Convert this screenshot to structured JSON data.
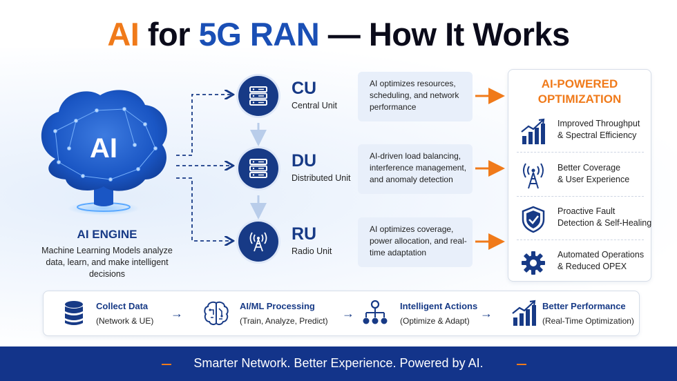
{
  "title": {
    "part1": "AI",
    "part2": " for ",
    "part3": "5G RAN",
    "part4": " — How It Works"
  },
  "ai_engine": {
    "brain_label": "AI",
    "title": "AI ENGINE",
    "description": "Machine Learning Models analyze data, learn, and make intelligent decisions"
  },
  "units": [
    {
      "abbr": "CU",
      "name": "Central Unit",
      "description": "AI optimizes resources, scheduling, and network performance",
      "icon": "server-icon"
    },
    {
      "abbr": "DU",
      "name": "Distributed Unit",
      "description": "AI-driven load balancing, interference management, and anomaly detection",
      "icon": "server-icon"
    },
    {
      "abbr": "RU",
      "name": "Radio Unit",
      "description": "AI optimizes coverage, power allocation, and real-time adaptation",
      "icon": "antenna-icon"
    }
  ],
  "optimization_panel": {
    "title_line1": "AI-POWERED",
    "title_line2": "OPTIMIZATION",
    "benefits": [
      {
        "line1": "Improved Throughput",
        "line2": "& Spectral Efficiency",
        "icon": "bar-chart-icon"
      },
      {
        "line1": "Better Coverage",
        "line2": "& User Experience",
        "icon": "antenna-icon"
      },
      {
        "line1": "Proactive Fault",
        "line2": "Detection & Self-Healing",
        "icon": "shield-check-icon"
      },
      {
        "line1": "Automated Operations",
        "line2": "& Reduced OPEX",
        "icon": "gear-icon"
      }
    ]
  },
  "process": [
    {
      "title": "Collect Data",
      "subtitle": "(Network & UE)",
      "icon": "database-icon"
    },
    {
      "title": "AI/ML Processing",
      "subtitle": "(Train, Analyze, Predict)",
      "icon": "brain-icon"
    },
    {
      "title": "Intelligent Actions",
      "subtitle": "(Optimize & Adapt)",
      "icon": "hierarchy-icon"
    },
    {
      "title": "Better Performance",
      "subtitle": "(Real-Time Optimization)",
      "icon": "bar-chart-icon"
    }
  ],
  "footer": {
    "tagline": "Smarter Network. Better Experience. Powered by AI."
  },
  "colors": {
    "navy": "#173a86",
    "orange": "#f07a1a",
    "light_blue_box": "#e8effa",
    "footer_bg": "#13348a"
  }
}
